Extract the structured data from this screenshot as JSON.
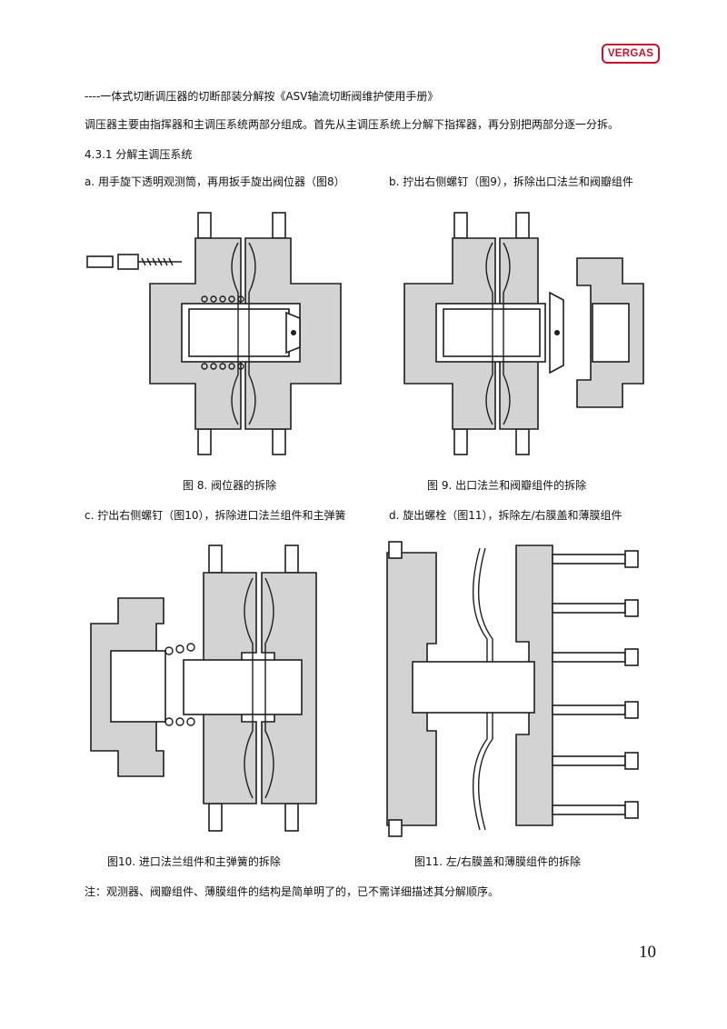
{
  "header": {
    "logo_text": "VERGAS",
    "brand_color": "#c8102e"
  },
  "intro_line": "----一体式切断调压器的切断部装分解按《ASV轴流切断阀维护使用手册》",
  "paragraph": "调压器主要由指挥器和主调压系统两部分组成。首先从主调压系统上分解下指挥器，再分别把两部分逐一分拆。",
  "section_title": "4.3.1 分解主调压系统",
  "steps": {
    "a": "a. 用手旋下透明观测筒，再用扳手旋出阀位器（图8）",
    "b": "b. 拧出右侧螺钉（图9），拆除出口法兰和阀瓣组件",
    "c": "c. 拧出右侧螺钉（图10），拆除进口法兰组件和主弹簧",
    "d": "d. 旋出螺栓（图11），拆除左/右膜盖和薄膜组件"
  },
  "figures": {
    "fig8": "图 8.   阀位器的拆除",
    "fig9": "图 9.  出口法兰和阀瓣组件的拆除",
    "fig10": "图10. 进口法兰组件和主弹簧的拆除",
    "fig11": "图11. 左/右膜盖和薄膜组件的拆除"
  },
  "note": "注：观测器、阀瓣组件、薄膜组件的结构是简单明了的，已不需详细描述其分解顺序。",
  "page_number": "10"
}
